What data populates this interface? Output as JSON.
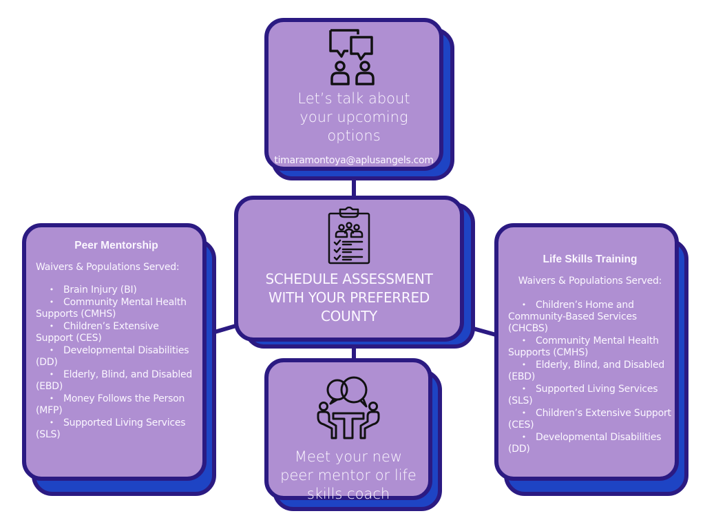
{
  "colors": {
    "card_fill": "#af8fd2",
    "card_border": "#2b1a82",
    "card_shadow": "#1e44c4",
    "text": "#fbf7ff",
    "icon": "#111111"
  },
  "top_card": {
    "icon": "conversation-people-icon",
    "heading": "Let’s talk about your upcoming options",
    "email": "timaramontoya@aplusangels.com"
  },
  "center_card": {
    "icon": "clipboard-checklist-icon",
    "heading": "SCHEDULE ASSESSMENT WITH YOUR PREFERRED COUNTY"
  },
  "bottom_card": {
    "icon": "meeting-table-icon",
    "heading": "Meet your new peer mentor or life skills coach"
  },
  "left_card": {
    "title": "Peer Mentorship",
    "subtitle": "Waivers & Populations Served:",
    "bullet": "•",
    "items": [
      "Brain Injury (BI)",
      "Community Mental Health Supports (CMHS)",
      "Children’s Extensive Support (CES)",
      "Developmental Disabilities (DD)",
      "Elderly, Blind, and Disabled (EBD)",
      "Money Follows the Person (MFP)",
      "Supported Living Services (SLS)"
    ]
  },
  "right_card": {
    "title": "Life Skills Training",
    "subtitle": "Waivers & Populations Served:",
    "bullet": "•",
    "items": [
      "Children’s Home and Community-Based Services (CHCBS)",
      "Community Mental Health Supports (CMHS)",
      "Elderly, Blind, and Disabled (EBD)",
      "Supported Living Services (SLS)",
      "Children’s Extensive Support (CES)",
      "Developmental Disabilities (DD)"
    ]
  }
}
